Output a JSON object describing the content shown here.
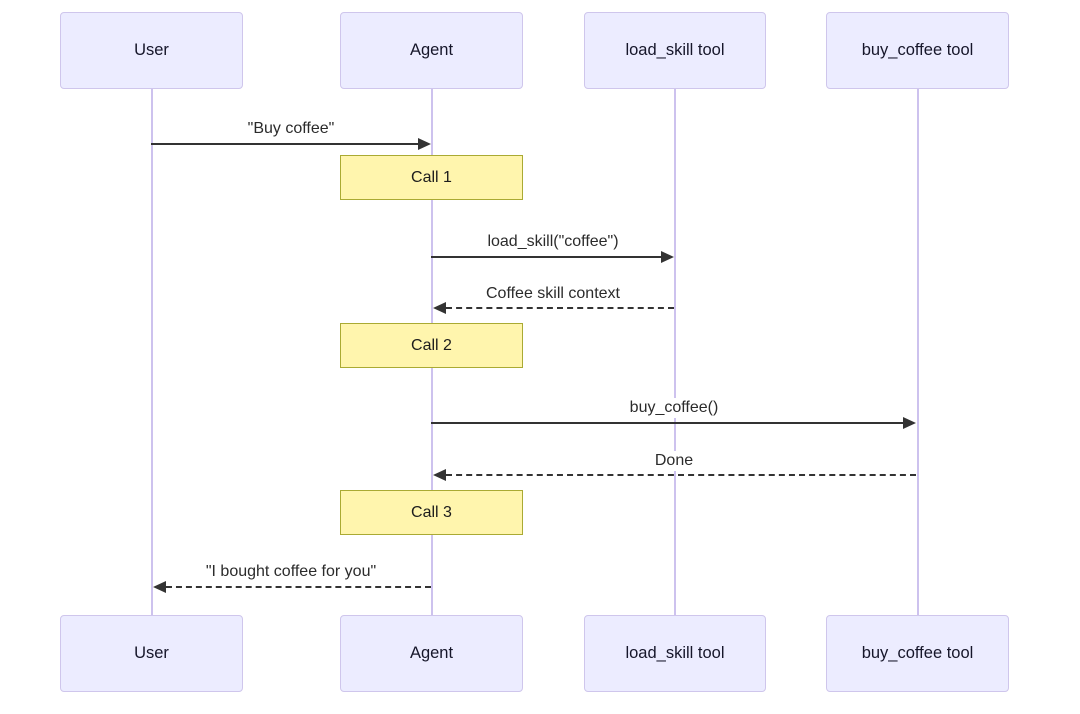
{
  "diagram_type": "sequence-diagram",
  "actors": {
    "user": {
      "label": "User"
    },
    "agent": {
      "label": "Agent"
    },
    "load_skill": {
      "label": "load_skill tool"
    },
    "buy_coffee": {
      "label": "buy_coffee tool"
    }
  },
  "messages": {
    "buy_coffee_request": {
      "label": "\"Buy coffee\"",
      "from": "User",
      "to": "Agent",
      "line": "solid-arrow"
    },
    "load_skill_call": {
      "label": "load_skill(\"coffee\")",
      "from": "Agent",
      "to": "load_skill tool",
      "line": "solid-arrow"
    },
    "skill_context_return": {
      "label": "Coffee skill context",
      "from": "load_skill tool",
      "to": "Agent",
      "line": "dashed-arrow"
    },
    "buy_coffee_call": {
      "label": "buy_coffee()",
      "from": "Agent",
      "to": "buy_coffee tool",
      "line": "solid-arrow"
    },
    "done_return": {
      "label": "Done",
      "from": "buy_coffee tool",
      "to": "Agent",
      "line": "dashed-arrow"
    },
    "final_reply": {
      "label": "\"I bought coffee for you\"",
      "from": "Agent",
      "to": "User",
      "line": "dashed-arrow"
    }
  },
  "notes": {
    "call1": {
      "label": "Call 1",
      "over": "Agent"
    },
    "call2": {
      "label": "Call 2",
      "over": "Agent"
    },
    "call3": {
      "label": "Call 3",
      "over": "Agent"
    }
  },
  "colors": {
    "actor_fill": "#ececff",
    "actor_border": "#cfc6ec",
    "lifeline": "#cdc2ee",
    "note_fill": "#fff5ad",
    "note_border": "#aaaa33",
    "message_line": "#333333"
  }
}
